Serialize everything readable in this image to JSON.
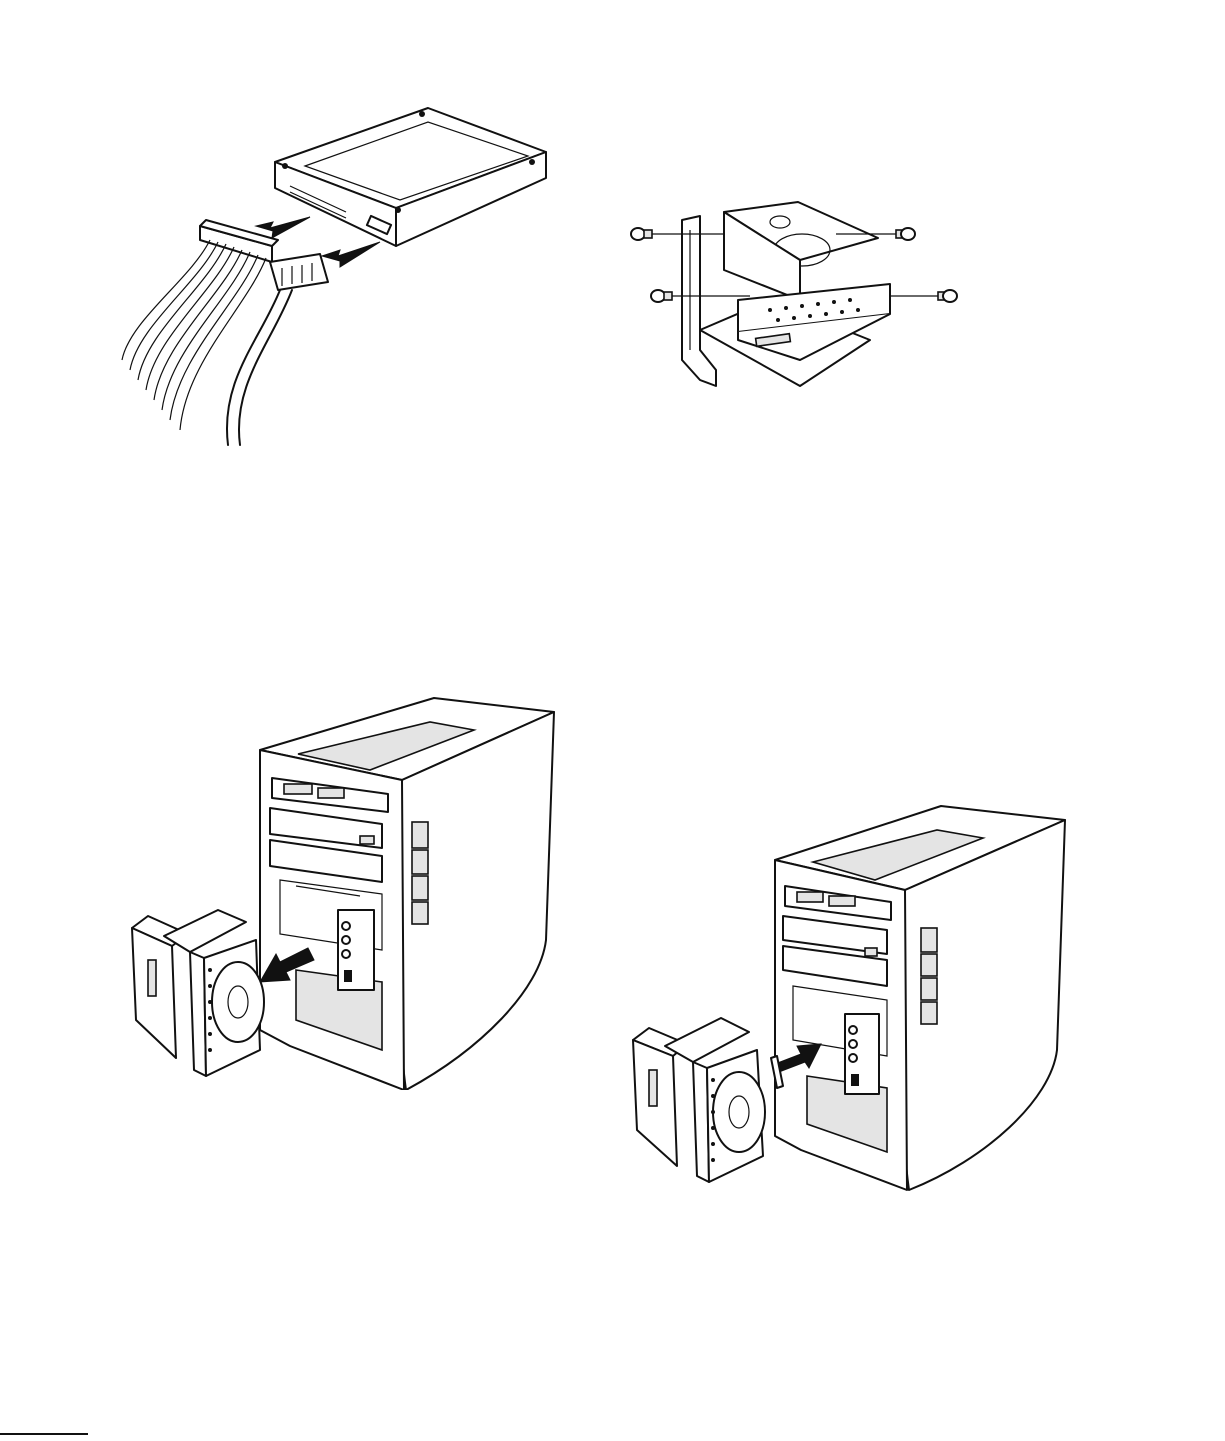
{
  "figures": [
    {
      "id": "disconnect-cables"
    },
    {
      "id": "drive-in-cage"
    },
    {
      "id": "remove-cage"
    },
    {
      "id": "install-cage"
    }
  ],
  "footer": {
    "text": ""
  }
}
